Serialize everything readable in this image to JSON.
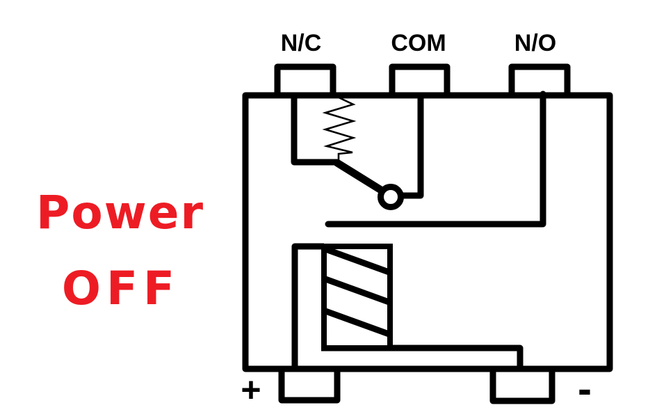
{
  "diagram": {
    "title": "Relay internal schematic in de-energized state",
    "type": "relay-schematic"
  },
  "state_label": {
    "line1": "Power",
    "line2": "OFF",
    "color": "#ed1c24"
  },
  "terminals": {
    "top": [
      {
        "label": "N/C"
      },
      {
        "label": "COM"
      },
      {
        "label": "N/O"
      }
    ],
    "bottom": [
      {
        "label": "+"
      },
      {
        "label": "-"
      }
    ]
  },
  "colors": {
    "line": "#000000",
    "background": "#ffffff",
    "state_text": "#ed1c24"
  }
}
